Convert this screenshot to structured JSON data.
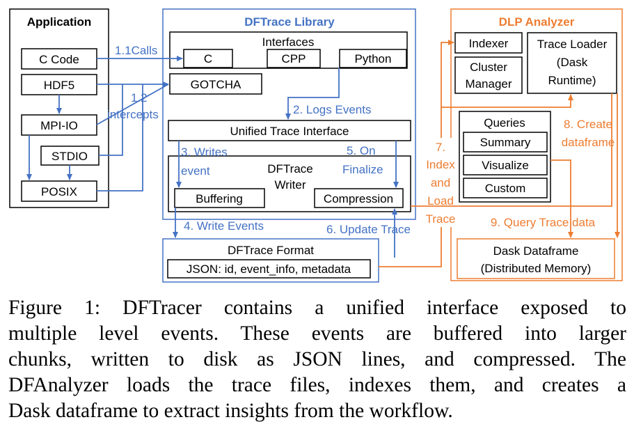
{
  "diagram": {
    "application": {
      "title": "Application",
      "c_code": "C Code",
      "hdf5": "HDF5",
      "mpi_io": "MPI-IO",
      "stdio": "STDIO",
      "posix": "POSIX"
    },
    "library": {
      "title": "DFTrace  Library",
      "interfaces": "Interfaces",
      "c": "C",
      "cpp": "CPP",
      "python": "Python",
      "gotcha": "GOTCHA",
      "unified": "Unified Trace Interface",
      "writer_line1": "DFTrace",
      "writer_line2": "Writer",
      "buffering": "Buffering",
      "compression": "Compression",
      "format_title": "DFTrace Format",
      "format_json": "JSON: id, event_info, metadata"
    },
    "analyzer": {
      "title": "DLP Analyzer",
      "indexer": "Indexer",
      "cluster_line1": "Cluster",
      "cluster_line2": "Manager",
      "loader_line1": "Trace Loader",
      "loader_line2": "(Dask",
      "loader_line3": "Runtime)",
      "queries": "Queries",
      "summary": "Summary",
      "visualize": "Visualize",
      "custom": "Custom",
      "dataframe_line1": "Dask Dataframe",
      "dataframe_line2": "(Distributed Memory)"
    },
    "edges": {
      "calls": "1.1Calls",
      "intercepts_num": "1.2",
      "intercepts": "intercepts",
      "logs": "2. Logs Events",
      "writes_line1": "3. Writes",
      "writes_line2": "event",
      "finalize_line1": "5. On",
      "finalize_line2": "Finalize",
      "write_events": "4. Write  Events",
      "update_trace": "6. Update Trace",
      "index_line1": "7.",
      "index_line2": "Index",
      "index_line3": "and",
      "index_line4": "Load",
      "index_line5": "Trace",
      "create_line1": "8. Create",
      "create_line2": "dataframe",
      "query": "9. Query Trace data"
    },
    "colors": {
      "blue": "#4472c4",
      "orange": "#ed7d31",
      "black": "#000000"
    }
  },
  "caption": {
    "lines": [
      "Figure 1: DFTracer contains a unified interface exposed to",
      "multiple level events. These events are buffered into larger",
      "chunks, written to disk as JSON lines, and compressed. The",
      "DFAnalyzer loads the trace files, indexes them, and creates a",
      "Dask dataframe to extract insights from the workflow."
    ]
  }
}
